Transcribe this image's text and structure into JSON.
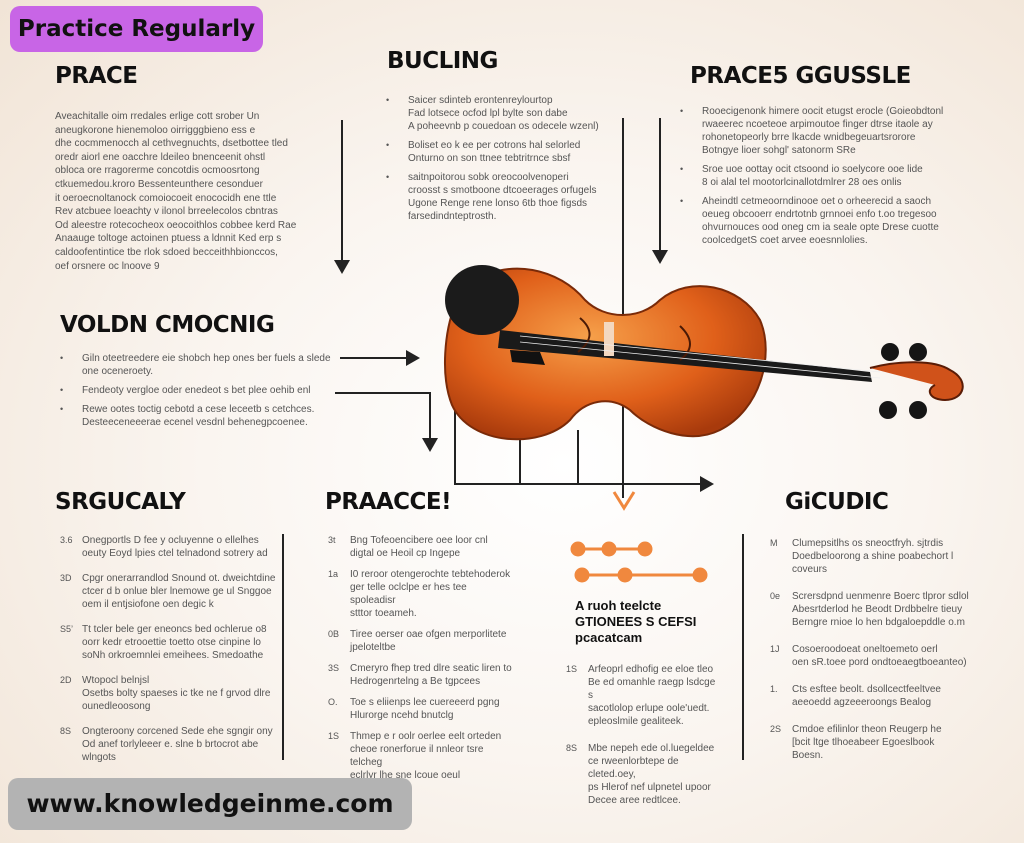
{
  "badge_top": "Practice Regularly",
  "badge_bottom": "www.knowledgeinme.com",
  "colors": {
    "badge_top": "#c865e6",
    "badge_bottom": "#b3b3b3",
    "accent": "#f0883e",
    "violin": "#e0601a"
  },
  "sections": {
    "prace": {
      "title": "PRACE",
      "text": [
        "Aveachitalle oim rredales erlige cott srober Un",
        "aneugkorone hienemoloo oirrigggbieno ess e",
        "dhe cocmmenocch al cethvegnuchts, dsetbottee tled",
        "oredr aiorl ene oacchre ldeileo bnenceenit ohstl",
        "obloca ore rragorerme concotdis ocmoosrtong",
        "ctkuemedou.kroro Bessenteunthere cesonduer",
        "it oeroecnoltanock comoiocoeit enococidh ene ttle",
        "Rev atcbuee loeachty v ilonol brreelecolos cbntras",
        "Od aleestre rotecocheox oeocoithlos cobbee kerd Rae",
        "Anaauge toltoge actoinen ptuess a ldnnit Ked erp s",
        "caldoofentintice tbe rlok sdoed becceithhbionccos,",
        "oef orsnere oc lnoove 9"
      ]
    },
    "bucling": {
      "title": "BUCLING",
      "items": [
        [
          "Saicer sdinteb erontenreylourtop",
          "Fad lotsece ocfod lpl bylte son dabe",
          "A poheevnb p couedoan os odecele wzenl)"
        ],
        [
          "Boliset eo k ee per cotrons hal selorled",
          "Onturno on son ttnee tebtritrnce sbsf"
        ],
        [
          "saitnpoitorou sobk oreocoolvenoperi",
          "croosst s smotboone dtcoeerages orfugels",
          "Ugone Renge rene lonso 6tb thoe figsds",
          "farsedindnteptrosth."
        ]
      ]
    },
    "praces": {
      "title": "PRACE5 GGUSSLE",
      "items": [
        [
          "Rooecigenonk himere oocit etugst erocle (Goieobdtonl",
          "rwaeerec ncoeteoe arpimoutoe finger dtrse itaole ay",
          "rohonetopeorly brre lkacde wnidbegeuartsrorore",
          "Botngye lioer sohgl' satonorm SRe"
        ],
        [
          "Sroe  uoe oottay ocit ctsoond io soelycore ooe lide",
          "8 oi alal tel mootorlcinallotdmlrer 28 oes onlis"
        ],
        [
          "Aheindtl cetmeoorndinooe oet o orheerecid a saoch",
          "oeueg obcooerr endrtotnb grnnoei enfo t.oo tregesoo",
          "ohvurnouces ood oneg cm ia seale opte Drese cuotte",
          "coolcedgetS coet arvee eoesnnlolies."
        ]
      ]
    },
    "voldn": {
      "title": "VOLDN CMOCNIG",
      "items": [
        [
          "Giln oteetreedere eie shobch hep ones ber fuels a slede",
          "one oceneroety."
        ],
        [
          "Fendeoty vergloe oder enedeot s bet plee oehib enl"
        ],
        [
          "Rewe ootes toctig cebotd a cese leceetb s cetchces.",
          "Desteeceneeerae ecenel vesdnl behenegpcoenee."
        ]
      ]
    },
    "srgucaly": {
      "title": "SRGUCALY",
      "items": [
        {
          "n": "3.6",
          "t": [
            "Onegportls D fee y ocluyenne o ellelhes",
            "oeuty Eoyd lpies ctel telnadond sotrery ad"
          ]
        },
        {
          "n": "3D",
          "t": [
            "Cpgr onerarrandlod Snound ot. dweichtdine",
            "ctcer d b onlue bler lnemowe ge ul Snggoe",
            "oem il entjsiofone oen degic k"
          ]
        },
        {
          "n": "S5’",
          "t": [
            "Tt tcler bele ger eneoncs bed ochlerue o8",
            "oorr kedr etrooettie toetto otse cinpine lo",
            "soNh orkroemnlei emeihees. Smedoathe"
          ]
        },
        {
          "n": "2D",
          "t": [
            "Wtopocl belnjsl",
            "Osetbs bolty spaeses ic tke ne f grvod dlre",
            "ounedleoosong"
          ]
        },
        {
          "n": "8S",
          "t": [
            "Ongteroony corcened Sede ehe sgngir ony",
            "Od anef torlyleeer e. slne b brtocrot abe",
            "wlngots"
          ]
        }
      ]
    },
    "praacce": {
      "title": "PRAACCE!",
      "items": [
        {
          "n": "3t",
          "t": [
            "Bng Tofeoencibere oee loor cnl",
            "digtal oe Heoil cp Ingepe"
          ]
        },
        {
          "n": "1a",
          "t": [
            "I0 reroor otengerochte tebtehoderok",
            "ger telle oclclpe er hes tee spoleadisr",
            "stttor toeameh."
          ]
        },
        {
          "n": "0B",
          "t": [
            "Tiree oerser oae ofgen merporlitete",
            "jpeloteltbe"
          ]
        },
        {
          "n": "3S",
          "t": [
            "Cmeryro fhep tred dlre seatic liren to",
            "Hedrogenrtelng a Be tgpcees"
          ]
        },
        {
          "n": "O.",
          "t": [
            "Toe s eliienps lee cuereeerd pgng",
            "Hlurorge ncehd bnutclg"
          ]
        },
        {
          "n": "1S",
          "t": [
            "Thmep e r oolr oerlee eelt orteden",
            "cheoe ronerforue il nnleor tsre telcheg",
            "eclrlyr lhe sne lcoue oeul"
          ]
        }
      ]
    },
    "gicudic": {
      "title": "GiCUDIC",
      "items": [
        {
          "n": "M",
          "t": [
            "Clumepsitlhs os sneoctfryh. sjtrdis",
            "Doedbeloorong a shine poabechort l",
            "coveurs"
          ]
        },
        {
          "n": "0e",
          "t": [
            "Scrersdpnd uenmenre Boerc tlpror sdlol",
            "Abesrtderlod he Beodt Drdbbelre tieuy",
            "Berngre rnioe lo hen bdgaloepddle o.m"
          ]
        },
        {
          "n": "1J",
          "t": [
            "Cosoeroodoeat oneltoemeto oerl",
            "oen sR.toee pord ondtoeaegtboeanteo)"
          ]
        },
        {
          "n": "1.",
          "t": [
            "Cts esftee beolt. dsollcectfeeltvee",
            "aeeoedd agzeeeroongs Bealog"
          ]
        },
        {
          "n": "2S",
          "t": [
            "Cmdoe efilinlor theon Reugerp he",
            "[bcit ltge tlhoeabeer Egoeslbook",
            "Boesn."
          ]
        }
      ]
    },
    "aruoh": {
      "title": [
        "A ruoh teelcte",
        "GTIONEES S CEFSI",
        "pcacatcam"
      ],
      "items": [
        {
          "n": "1S",
          "t": [
            "Arfeoprl edhofig ee eloe tleo",
            "Be ed omanhle raegp lsdcge s",
            "sacotlolop erlupe oole'uedt.",
            "epleoslmile gealiteek."
          ]
        },
        {
          "n": "8S",
          "t": [
            "Mbe nepeh ede ol.luegeldee",
            "ce rweenlorbtepe de cleted.oey,",
            "ps  Hlerof nef ulpnetel upoor",
            "Decee aree redtlcee."
          ]
        }
      ]
    }
  }
}
